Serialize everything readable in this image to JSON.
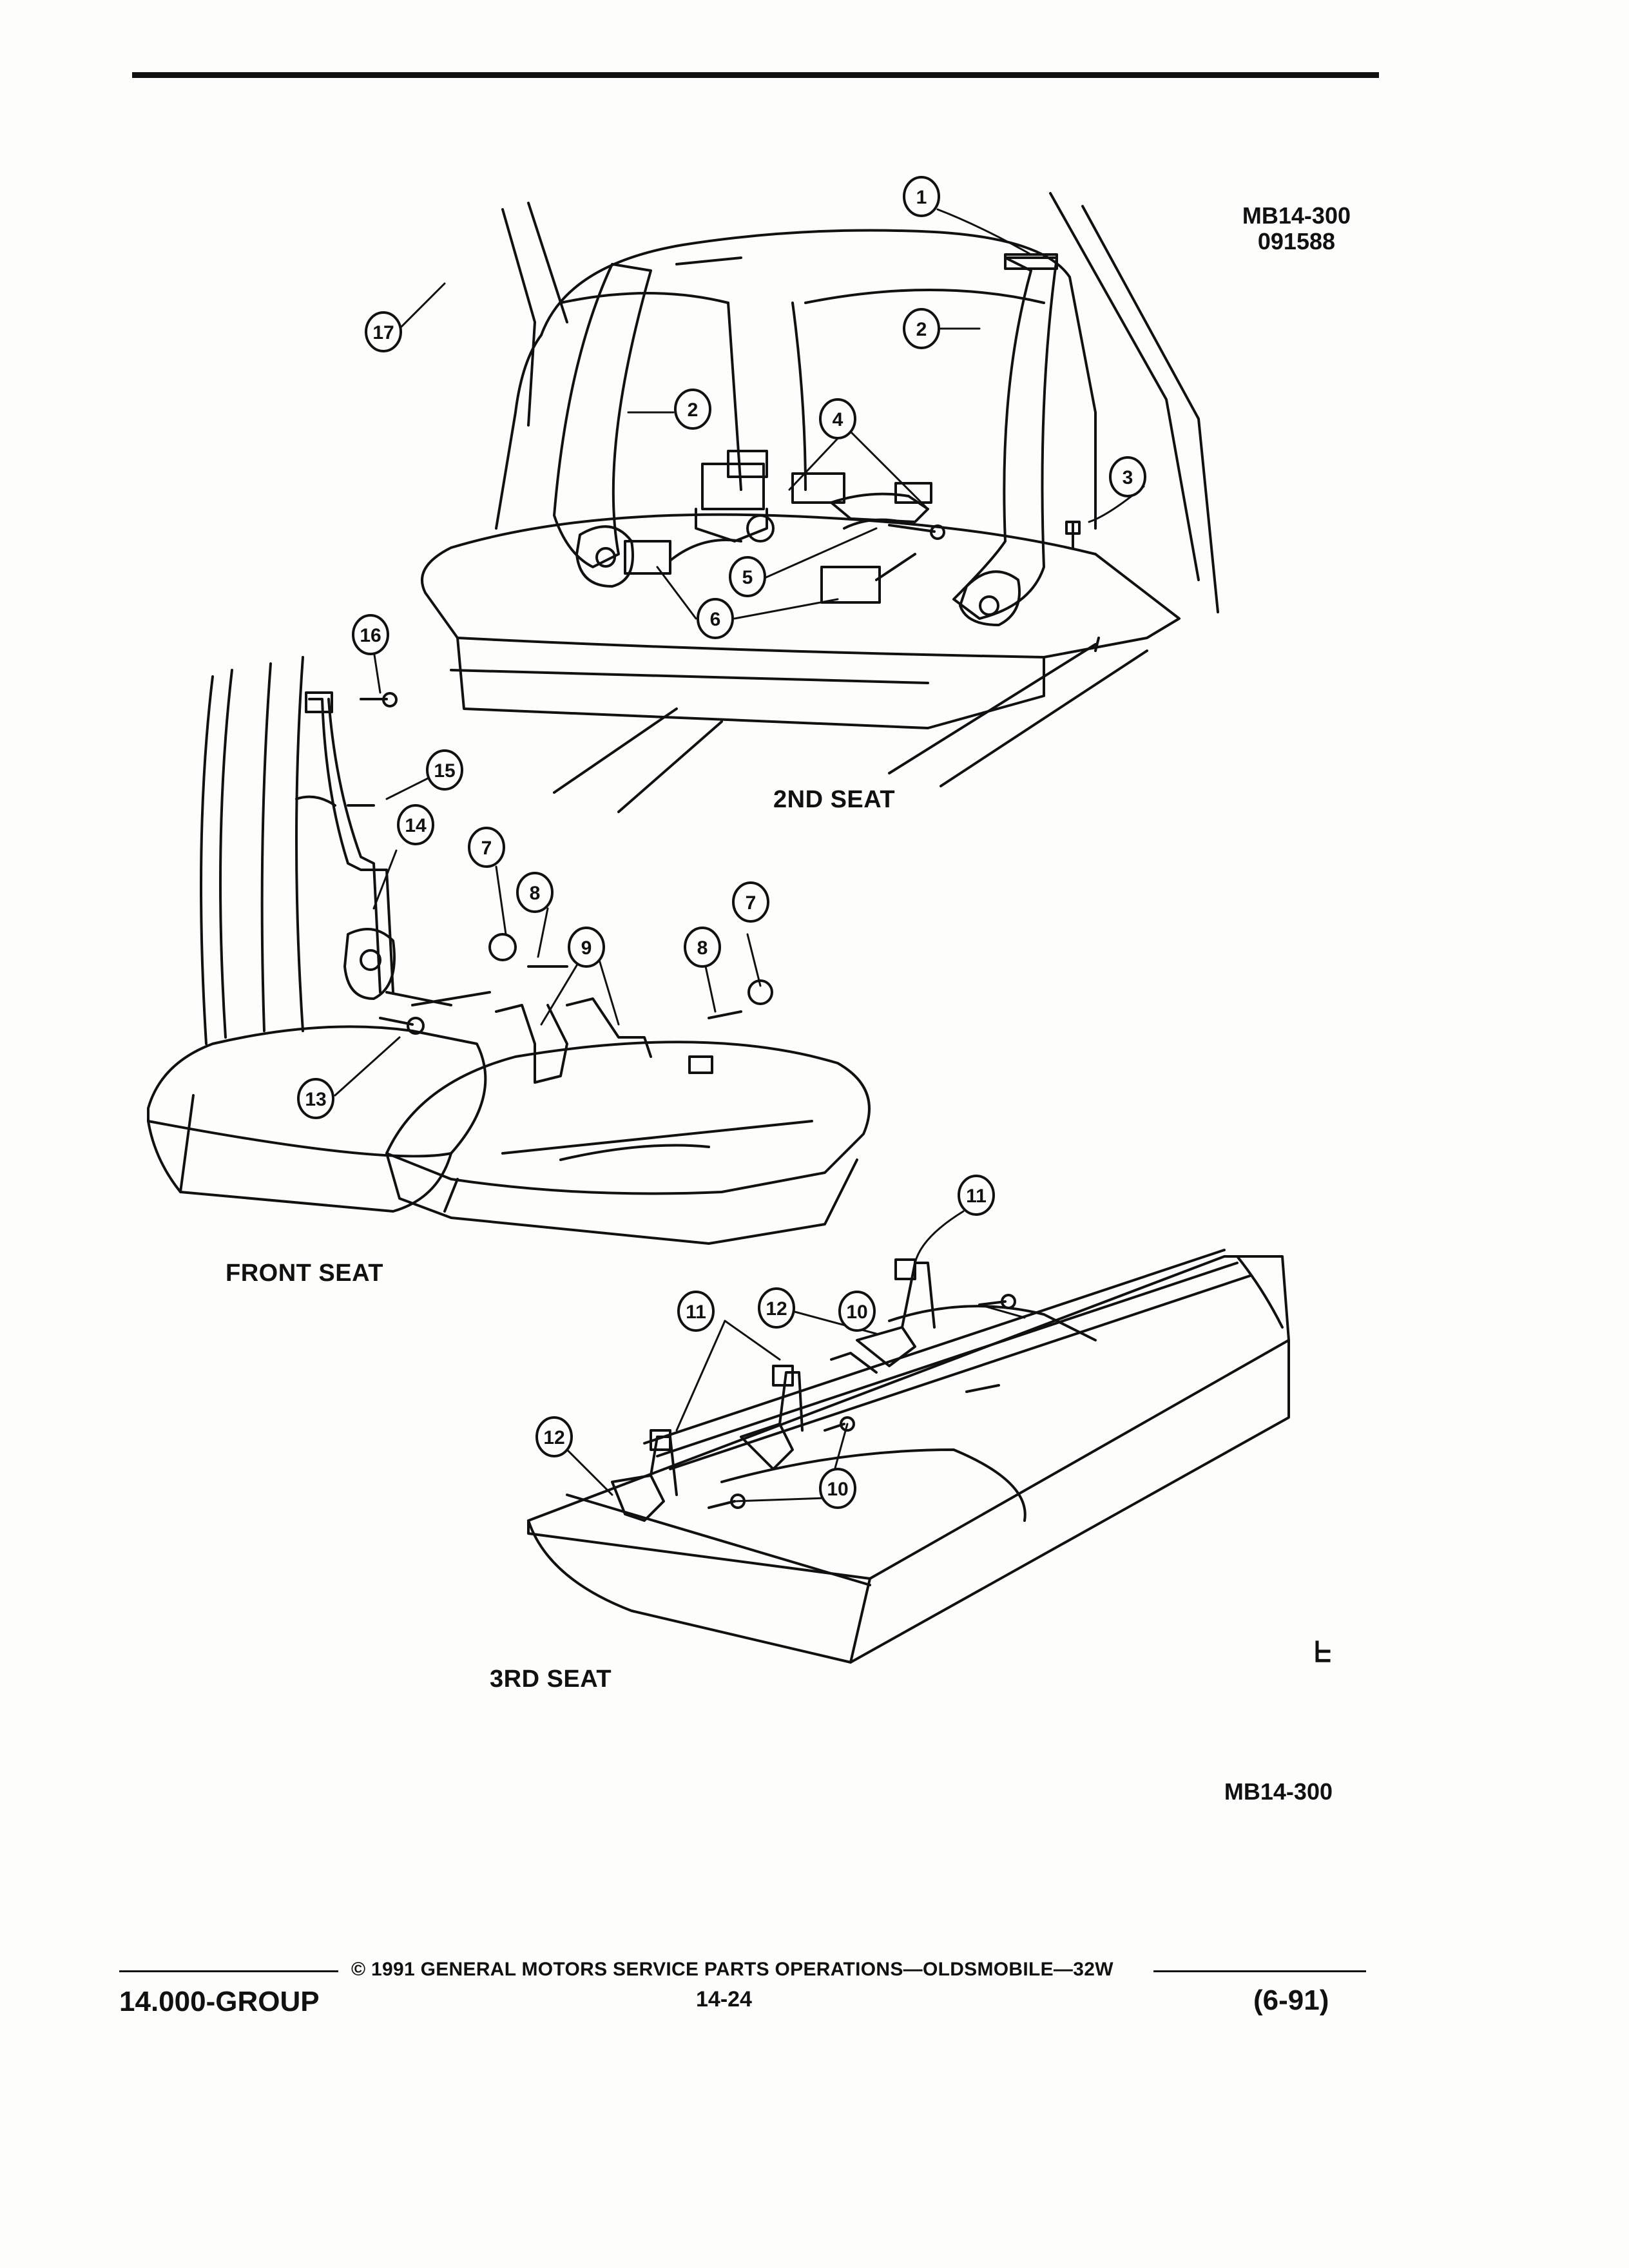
{
  "header": {
    "ref_code": "MB14-300",
    "ref_date": "091588"
  },
  "diagram": {
    "views": [
      {
        "label": "2ND SEAT"
      },
      {
        "label": "FRONT SEAT"
      },
      {
        "label": "3RD SEAT"
      }
    ],
    "callouts": [
      "1",
      "2",
      "2",
      "3",
      "4",
      "5",
      "6",
      "7",
      "7",
      "8",
      "8",
      "9",
      "10",
      "10",
      "11",
      "11",
      "12",
      "12",
      "13",
      "14",
      "15",
      "16",
      "17"
    ],
    "bottom_ref": "MB14-300"
  },
  "footer": {
    "group": "14.000-GROUP",
    "copyright": "© 1991 GENERAL MOTORS SERVICE PARTS OPERATIONS—OLDSMOBILE—32W",
    "page": "14-24",
    "revision": "(6-91)"
  }
}
